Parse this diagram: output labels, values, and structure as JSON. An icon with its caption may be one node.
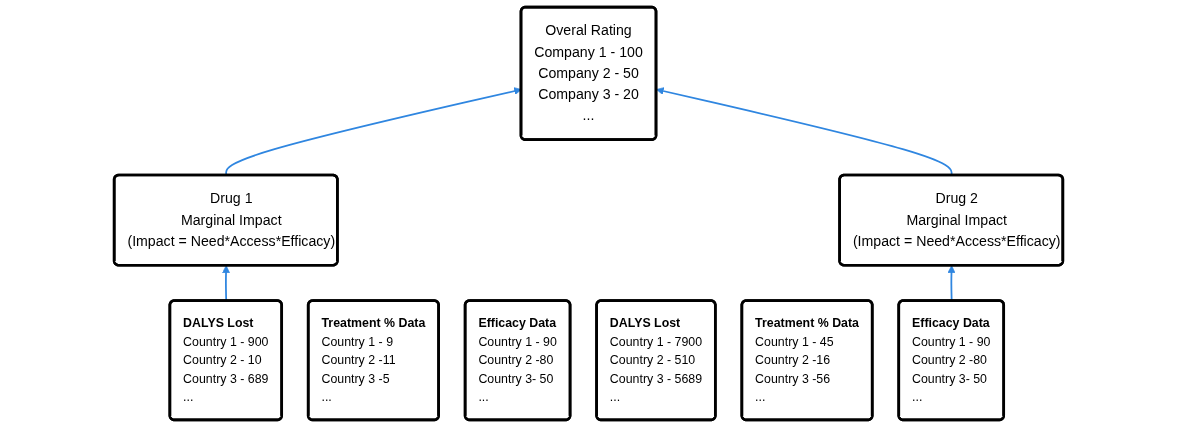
{
  "diagram": {
    "nodes": [
      {
        "text": [
          "Overal Rating",
          "Company 1 - 100",
          "Company 2 - 50",
          "Company 3 - 20",
          "..."
        ]
      },
      {
        "text": [
          "Drug 1",
          "Marginal Impact",
          "(Impact = Need*Access*Efficacy)"
        ]
      },
      {
        "text": [
          "Drug 2",
          "Marginal Impact",
          "(Impact = Need*Access*Efficacy)"
        ]
      },
      {
        "text": [
          "DALYS Lost",
          "Country 1 - 900",
          "Country 2 -  10",
          "Country 3 - 689",
          "..."
        ]
      },
      {
        "text": [
          "Treatment % Data",
          "Country 1 - 9",
          "Country 2 -11",
          "Country 3 -5",
          "..."
        ]
      },
      {
        "text": [
          "Efficacy Data",
          "Country 1 - 90",
          "Country 2 -80",
          "Country 3- 50",
          "..."
        ]
      },
      {
        "text": [
          "DALYS Lost",
          "Country 1 - 7900",
          "Country 2 -  510",
          "Country 3 - 5689",
          "..."
        ]
      },
      {
        "text": [
          "Treatment % Data",
          "Country 1 - 45",
          "Country 2 -16",
          "Country 3 -56",
          "..."
        ]
      },
      {
        "text": [
          "Efficacy Data",
          "Country 1 - 90",
          "Country 2 -80",
          "Country 3- 50",
          "..."
        ]
      }
    ],
    "edges": [
      {
        "from": 1,
        "to": 0,
        "arrow": "to",
        "color": "#2f86e0"
      },
      {
        "from": 2,
        "to": 0,
        "arrow": "to",
        "color": "#2f86e0"
      },
      {
        "from": 3,
        "to": 1,
        "arrow": "to",
        "color": "#2f86e0"
      },
      {
        "from": 8,
        "to": 2,
        "arrow": "to",
        "color": "#2f86e0"
      }
    ]
  }
}
